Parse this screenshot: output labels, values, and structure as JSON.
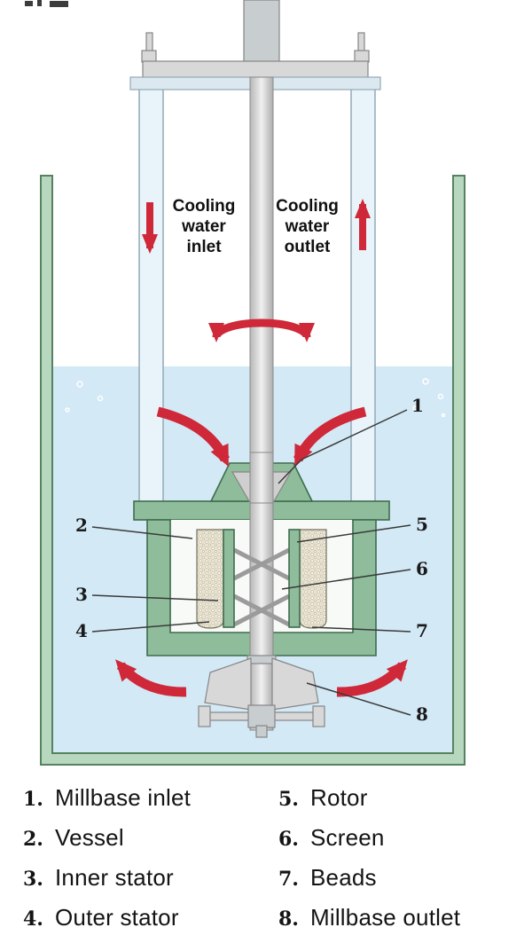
{
  "diagram": {
    "cooling_inlet_label": "Cooling\nwater\ninlet",
    "cooling_outlet_label": "Cooling\nwater\noutlet",
    "callouts": [
      "1",
      "2",
      "3",
      "4",
      "5",
      "6",
      "7",
      "8"
    ]
  },
  "legend": {
    "items": [
      {
        "num": "1.",
        "label": "Millbase inlet"
      },
      {
        "num": "2.",
        "label": "Vessel"
      },
      {
        "num": "3.",
        "label": "Inner stator"
      },
      {
        "num": "4.",
        "label": "Outer stator"
      },
      {
        "num": "5.",
        "label": "Rotor"
      },
      {
        "num": "6.",
        "label": "Screen"
      },
      {
        "num": "7.",
        "label": "Beads"
      },
      {
        "num": "8.",
        "label": "Millbase outlet"
      }
    ]
  },
  "colors": {
    "red": "#cf2839",
    "tank-green": "#b7d7bf",
    "tank-green-stroke": "#56835f",
    "basket-green": "#8fbd9b",
    "basket-green-stroke": "#3f6b4e",
    "liquid-blue": "#d3e9f6",
    "pipe-blue": "#e9f4fa",
    "metal-gray": "#d8d8d8",
    "outline-gray": "#868686"
  }
}
